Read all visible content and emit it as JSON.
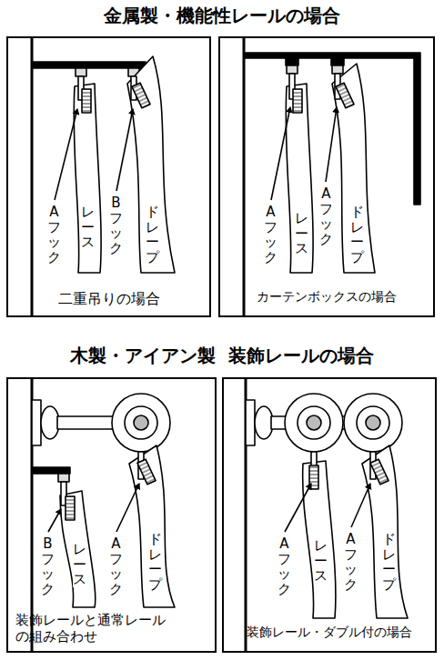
{
  "diagram": {
    "nodes": [
      {
        "text": [
          "二重吊りの場合"
        ]
      },
      {
        "text": [
          "カーテンボックスの場合"
        ]
      },
      {
        "text": [
          "装飾レールと通常レールの組み合わせ"
        ]
      },
      {
        "text": [
          "装飾レール・ダブル付の場合"
        ]
      }
    ],
    "labels": [
      "金属製・機能性レールの場合",
      "Aフック",
      "Bフック",
      "レース",
      "ドレープ",
      "Aフック",
      "Aフック",
      "レース",
      "ドレープ",
      "木製・アイアン製  装飾レールの場合",
      "Bフック",
      "レース",
      "Aフック",
      "ドレープ",
      "Aフック",
      "レース",
      "Aフック",
      "ドレープ"
    ]
  }
}
